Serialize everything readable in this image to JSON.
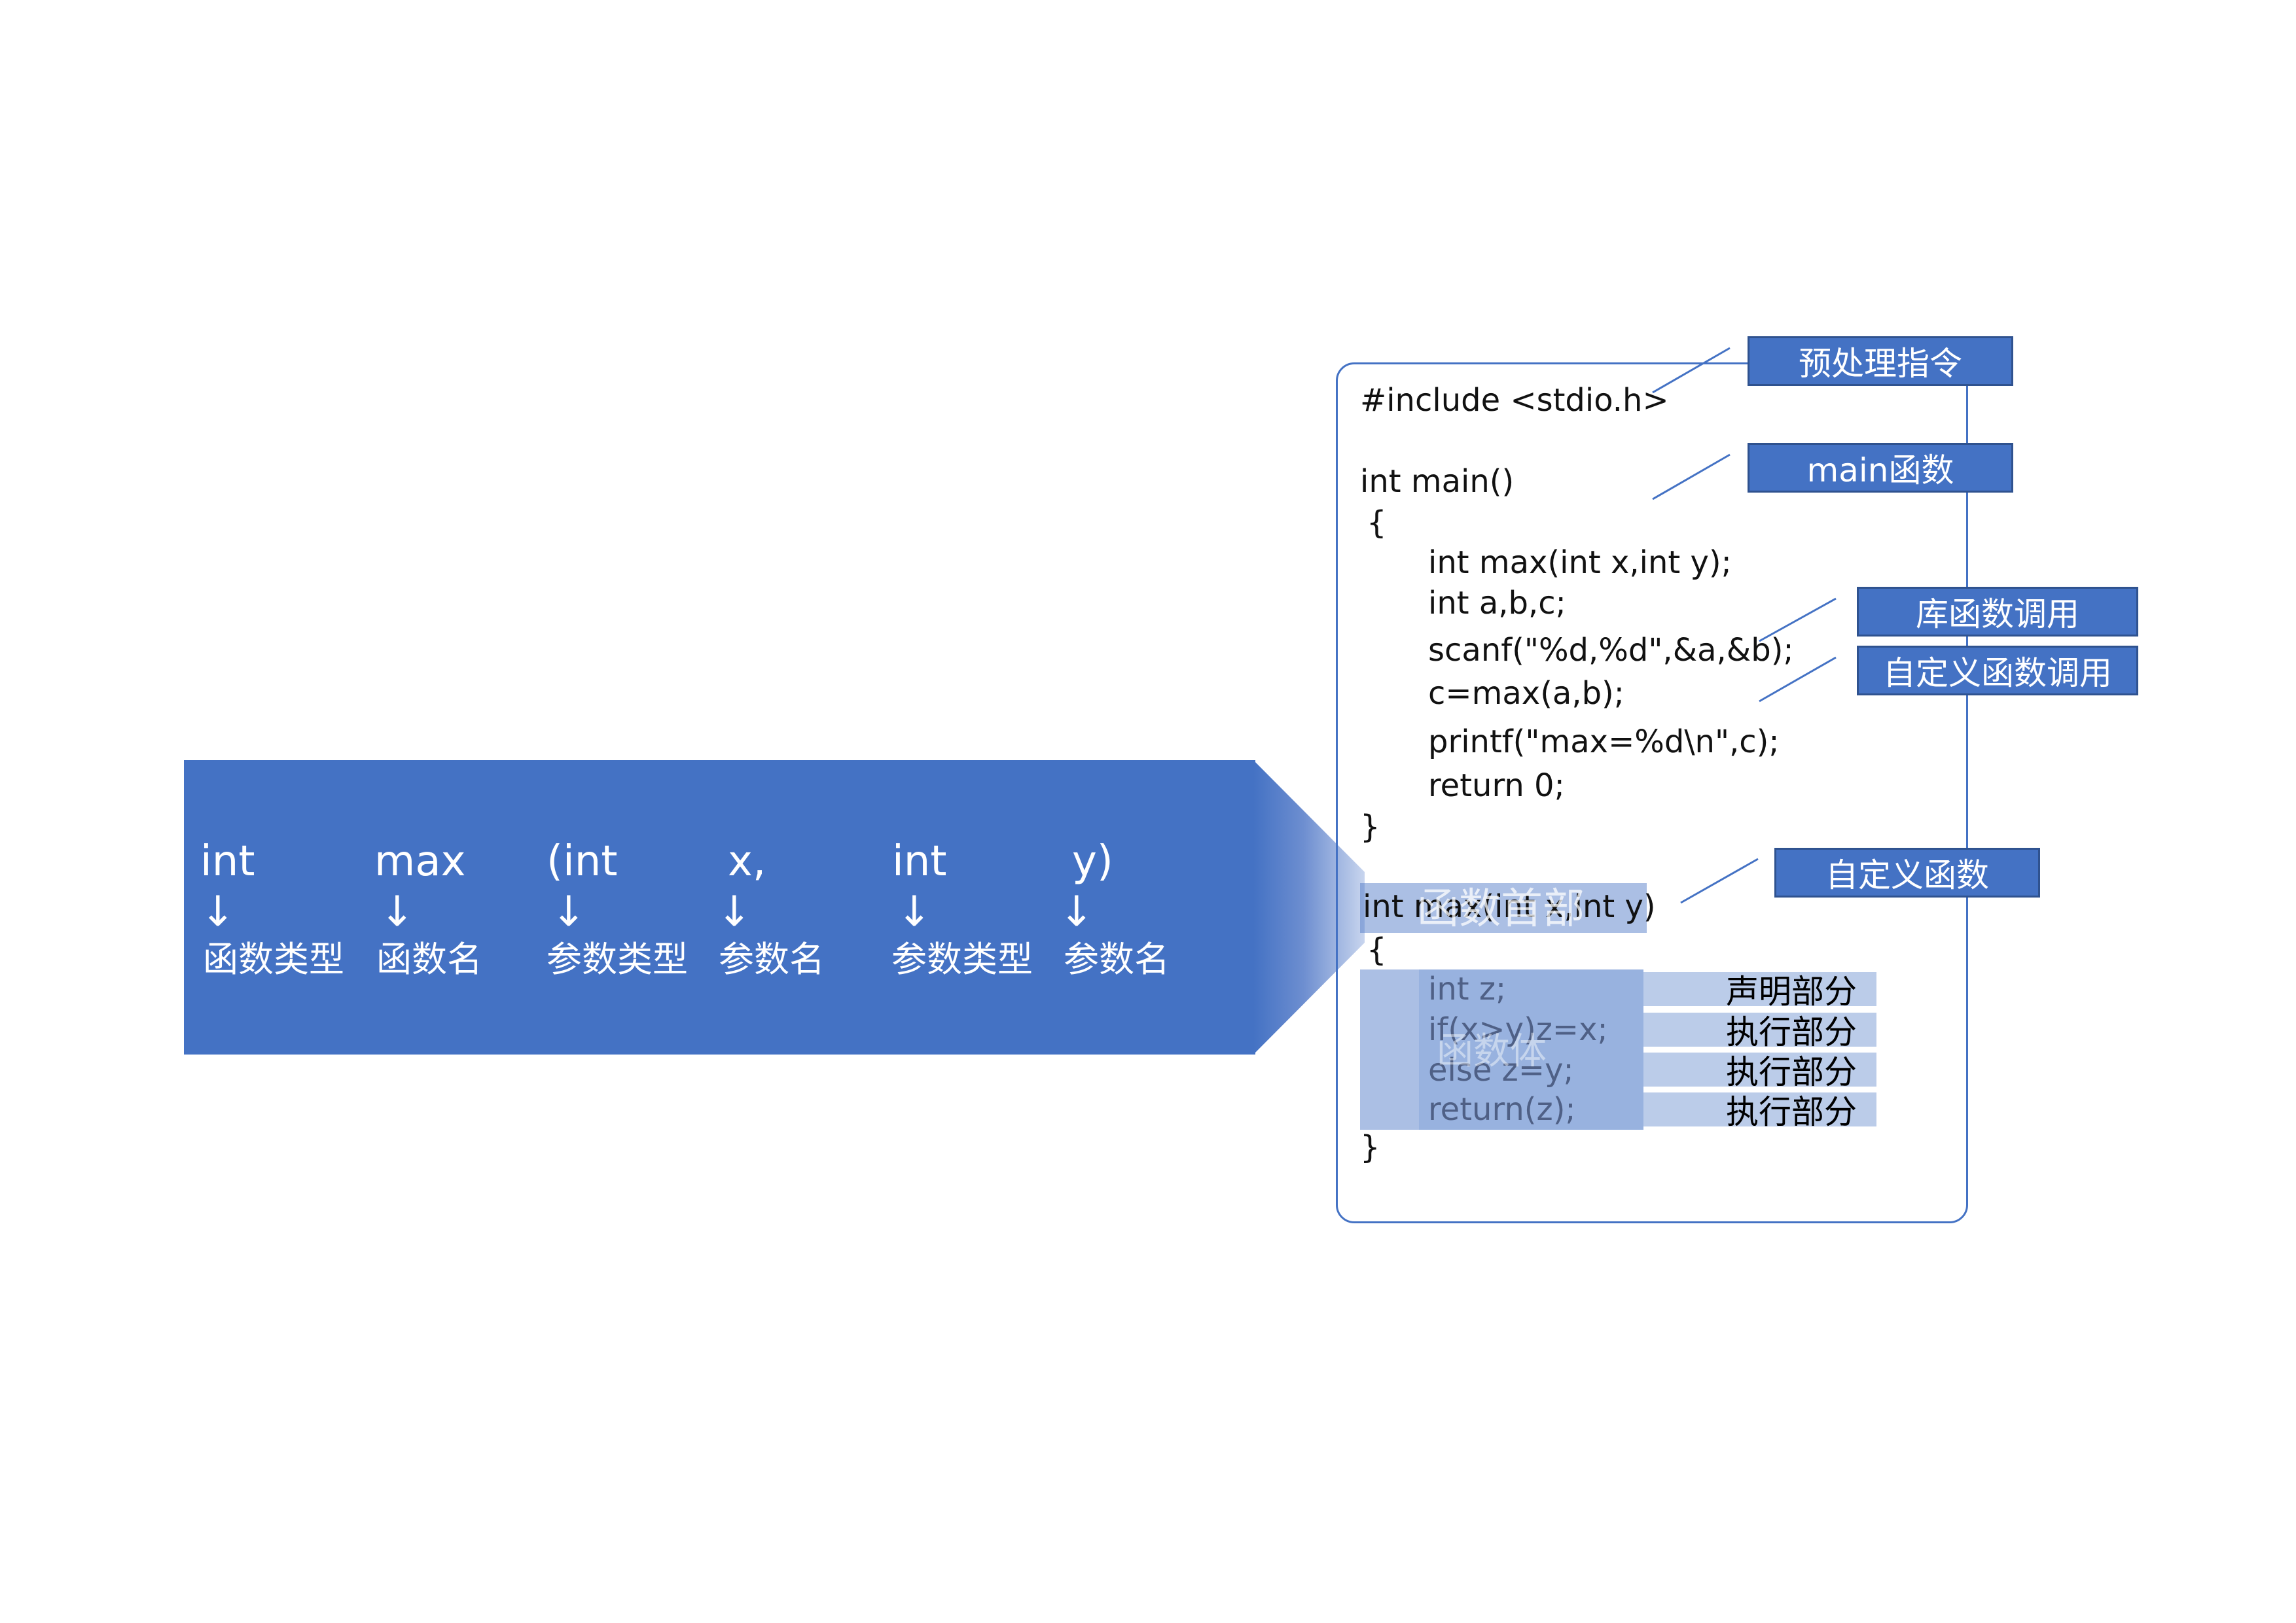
{
  "header": {
    "tokens": [
      "int",
      "max",
      "(int",
      "x,",
      "int",
      "y)"
    ],
    "arrow": "↓",
    "meanings": [
      "函数类型",
      "函数名",
      "参数类型",
      "参数名",
      "参数类型",
      "参数名"
    ]
  },
  "code": {
    "include": "#include <stdio.h>",
    "main_sig": "int main()",
    "open_brace": "{",
    "decl_max": "int max(int x,int y);",
    "decl_abc": "int a,b,c;",
    "scanf": "scanf(\"%d,%d\",&a,&b);",
    "call_max": "c=max(a,b);",
    "printf": "printf(\"max=%d\\n\",c);",
    "return0": "return 0;",
    "close_brace": "}",
    "func_header": "int max(int x,int y)",
    "func_open": "{",
    "func_lines": [
      "int z;",
      "if(x>y)z=x;",
      "else z=y;",
      "return(z);"
    ],
    "func_close": "}"
  },
  "labels": {
    "preprocess": "预处理指令",
    "main_func": "main函数",
    "lib_call": "库函数调用",
    "custom_call": "自定义函数调用",
    "custom_func": "自定义函数"
  },
  "overlay": {
    "func_header_label": "函数首部",
    "func_body_label": "函数体"
  },
  "sections": [
    "声明部分",
    "执行部分",
    "执行部分",
    "执行部分"
  ],
  "colors": {
    "accent": "#4472c4",
    "label_border": "#2f528f",
    "section_bg": "#b4c7e7"
  }
}
